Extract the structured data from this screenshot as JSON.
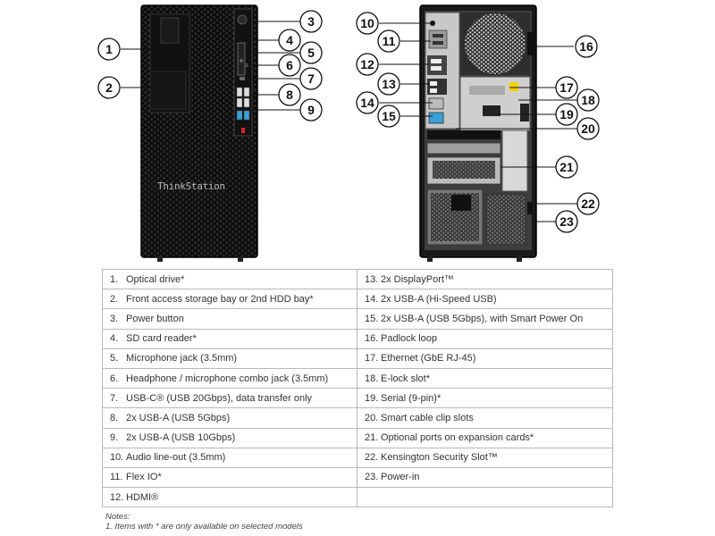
{
  "brand_label": "ThinkStation",
  "callouts": [
    {
      "n": "1"
    },
    {
      "n": "2"
    },
    {
      "n": "3"
    },
    {
      "n": "4"
    },
    {
      "n": "5"
    },
    {
      "n": "6"
    },
    {
      "n": "7"
    },
    {
      "n": "8"
    },
    {
      "n": "9"
    },
    {
      "n": "10"
    },
    {
      "n": "11"
    },
    {
      "n": "12"
    },
    {
      "n": "13"
    },
    {
      "n": "14"
    },
    {
      "n": "15"
    },
    {
      "n": "16"
    },
    {
      "n": "17"
    },
    {
      "n": "18"
    },
    {
      "n": "19"
    },
    {
      "n": "20"
    },
    {
      "n": "21"
    },
    {
      "n": "22"
    },
    {
      "n": "23"
    }
  ],
  "table": {
    "left": [
      {
        "num": "1.",
        "label": "Optical drive*"
      },
      {
        "num": "2.",
        "label": "Front access storage bay or 2nd HDD bay*"
      },
      {
        "num": "3.",
        "label": "Power button"
      },
      {
        "num": "4.",
        "label": "SD card reader*"
      },
      {
        "num": "5.",
        "label": "Microphone jack (3.5mm)"
      },
      {
        "num": "6.",
        "label": "Headphone / microphone combo jack (3.5mm)"
      },
      {
        "num": "7.",
        "label": "USB-C® (USB 20Gbps), data transfer only"
      },
      {
        "num": "8.",
        "label": "2x USB-A (USB 5Gbps)"
      },
      {
        "num": "9.",
        "label": "2x USB-A (USB 10Gbps)"
      },
      {
        "num": "10.",
        "label": "Audio line-out (3.5mm)"
      },
      {
        "num": "11.",
        "label": "Flex IO*"
      },
      {
        "num": "12.",
        "label": "HDMI®"
      }
    ],
    "right": [
      {
        "num": "13.",
        "label": "2x DisplayPort™"
      },
      {
        "num": "14.",
        "label": "2x USB-A (Hi-Speed USB)"
      },
      {
        "num": "15.",
        "label": "2x USB-A (USB 5Gbps), with Smart Power On"
      },
      {
        "num": "16.",
        "label": "Padlock loop"
      },
      {
        "num": "17.",
        "label": "Ethernet (GbE RJ-45)"
      },
      {
        "num": "18.",
        "label": "E-lock slot*"
      },
      {
        "num": "19.",
        "label": "Serial (9-pin)*"
      },
      {
        "num": "20.",
        "label": "Smart cable clip slots"
      },
      {
        "num": "21.",
        "label": "Optional ports on expansion cards*"
      },
      {
        "num": "22.",
        "label": "Kensington Security Slot™"
      },
      {
        "num": "23.",
        "label": "Power-in"
      },
      {
        "num": "",
        "label": ""
      }
    ]
  },
  "notes": {
    "title": "Notes:",
    "line1": "1. Items with * are only available on selected models"
  }
}
